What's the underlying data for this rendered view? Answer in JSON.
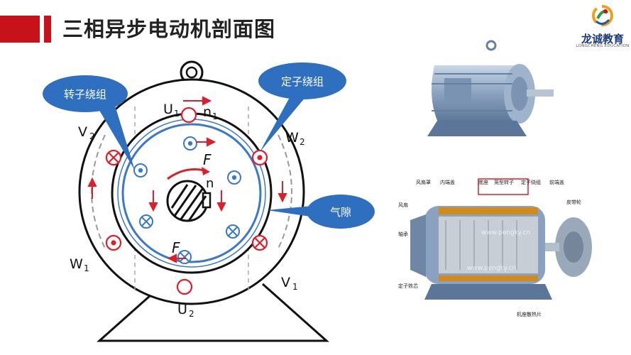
{
  "header": {
    "title": "三相异步电动机剖面图"
  },
  "logo": {
    "name": "龙诚教育",
    "subtitle": "LONGCHENG EDUCATION"
  },
  "diagram": {
    "callouts": {
      "rotor": "转子绕组",
      "stator": "定子绕组",
      "gap": "气隙"
    },
    "winding_labels": {
      "u1": "U",
      "u1_sub": "1",
      "u2": "U",
      "u2_sub": "2",
      "v1": "V",
      "v1_sub": "1",
      "v2": "V",
      "v2_sub": "2",
      "w1": "W",
      "w1_sub": "1",
      "w2": "W",
      "w2_sub": "2",
      "n1": "n",
      "n1_sub": "1",
      "n": "n",
      "f_top": "F",
      "f_bottom": "F"
    }
  },
  "cutaway": {
    "labels": {
      "fan_cover": "风扇罩",
      "inner_cap": "内端盖",
      "base": "底座",
      "cage_rotor": "笼型转子",
      "stator_winding": "定子绕组",
      "front_cap": "前端盖",
      "fan": "风扇",
      "pulley": "皮带轮",
      "bearing": "轴承",
      "stator_core": "定子铁芯",
      "heat_fins": "机座散热片"
    },
    "watermark": "www.pengky.cn"
  },
  "colors": {
    "accent_red": "#c8121a",
    "winding_red": "#e01e2a",
    "callout_blue": "#2f6fc0",
    "rotor_blue": "#3a78c8"
  }
}
